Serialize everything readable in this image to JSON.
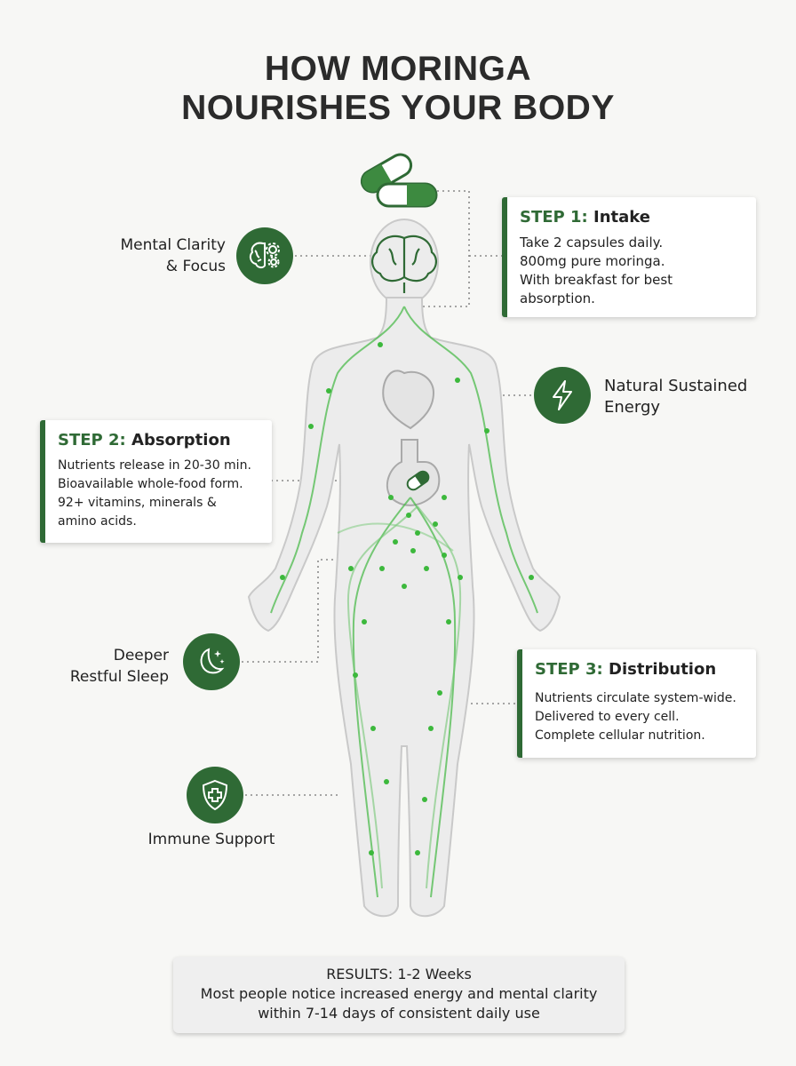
{
  "title": {
    "line1": "HOW MORINGA",
    "line2": "NOURISHES YOUR BODY"
  },
  "colors": {
    "accent": "#2f6a35",
    "vessel": "#4cbb4c",
    "body_fill": "#ececec",
    "body_stroke": "#c9c9c9"
  },
  "steps": [
    {
      "step": "STEP 1:",
      "name": "Intake",
      "lines": [
        "Take 2 capsules daily.",
        "800mg pure moringa.",
        "With breakfast for best",
        "absorption."
      ]
    },
    {
      "step": "STEP 2:",
      "name": "Absorption",
      "lines": [
        "Nutrients release in 20-30 min.",
        "Bioavailable whole-food form.",
        "92+ vitamins, minerals &",
        "amino acids."
      ]
    },
    {
      "step": "STEP 3:",
      "name": "Distribution",
      "lines": [
        "Nutrients circulate system-wide.",
        "Delivered to every cell.",
        "Complete cellular nutrition."
      ]
    }
  ],
  "benefits": [
    {
      "icon": "brain-gear-icon",
      "lines": [
        "Mental Clarity",
        "& Focus"
      ]
    },
    {
      "icon": "lightning-icon",
      "lines": [
        "Natural Sustained",
        "Energy"
      ]
    },
    {
      "icon": "moon-stars-icon",
      "lines": [
        "Deeper",
        "Restful Sleep"
      ]
    },
    {
      "icon": "shield-cross-icon",
      "lines": [
        "Immune Support"
      ]
    }
  ],
  "results": {
    "heading": "RESULTS: 1-2 Weeks",
    "line1": "Most people notice increased energy and mental clarity",
    "line2": "within 7-14 days of consistent daily use"
  }
}
